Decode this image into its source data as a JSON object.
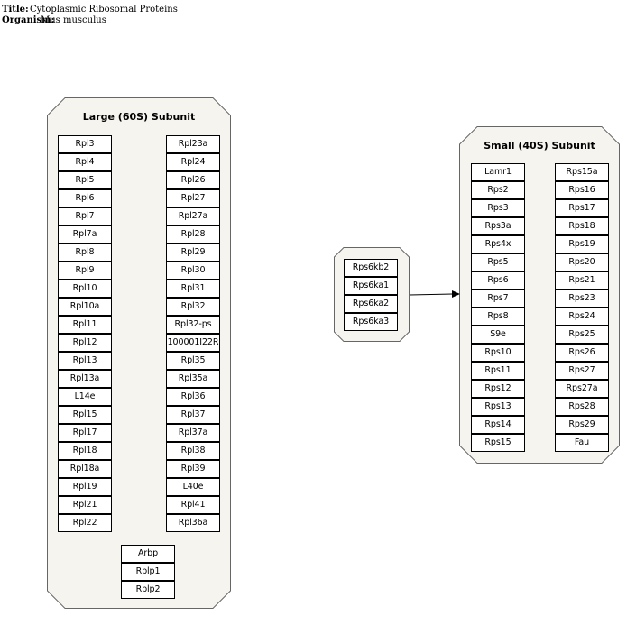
{
  "header": {
    "title_label": "Title:",
    "title_value": "Cytoplasmic Ribosomal Proteins",
    "organism_label": "Organism:",
    "organism_value": "Mus musculus"
  },
  "large_subunit": {
    "title": "Large (60S) Subunit",
    "col1": [
      "Rpl3",
      "Rpl4",
      "Rpl5",
      "Rpl6",
      "Rpl7",
      "Rpl7a",
      "Rpl8",
      "Rpl9",
      "Rpl10",
      "Rpl10a",
      "Rpl11",
      "Rpl12",
      "Rpl13",
      "Rpl13a",
      "L14e",
      "Rpl15",
      "Rpl17",
      "Rpl18",
      "Rpl18a",
      "Rpl19",
      "Rpl21",
      "Rpl22"
    ],
    "col2": [
      "Rpl23a",
      "Rpl24",
      "Rpl26",
      "Rpl27",
      "Rpl27a",
      "Rpl28",
      "Rpl29",
      "Rpl30",
      "Rpl31",
      "Rpl32",
      "Rpl32-ps",
      "100001I22R",
      "Rpl35",
      "Rpl35a",
      "Rpl36",
      "Rpl37",
      "Rpl37a",
      "Rpl38",
      "Rpl39",
      "L40e",
      "Rpl41",
      "Rpl36a"
    ],
    "col3": [
      "Arbp",
      "Rplp1",
      "Rplp2"
    ]
  },
  "kinases": {
    "items": [
      "Rps6kb2",
      "Rps6ka1",
      "Rps6ka2",
      "Rps6ka3"
    ]
  },
  "small_subunit": {
    "title": "Small (40S) Subunit",
    "col1": [
      "Lamr1",
      "Rps2",
      "Rps3",
      "Rps3a",
      "Rps4x",
      "Rps5",
      "Rps6",
      "Rps7",
      "Rps8",
      "S9e",
      "Rps10",
      "Rps11",
      "Rps12",
      "Rps13",
      "Rps14",
      "Rps15"
    ],
    "col2": [
      "Rps15a",
      "Rps16",
      "Rps17",
      "Rps18",
      "Rps19",
      "Rps20",
      "Rps21",
      "Rps23",
      "Rps24",
      "Rps25",
      "Rps26",
      "Rps27",
      "Rps27a",
      "Rps28",
      "Rps29",
      "Fau"
    ]
  }
}
